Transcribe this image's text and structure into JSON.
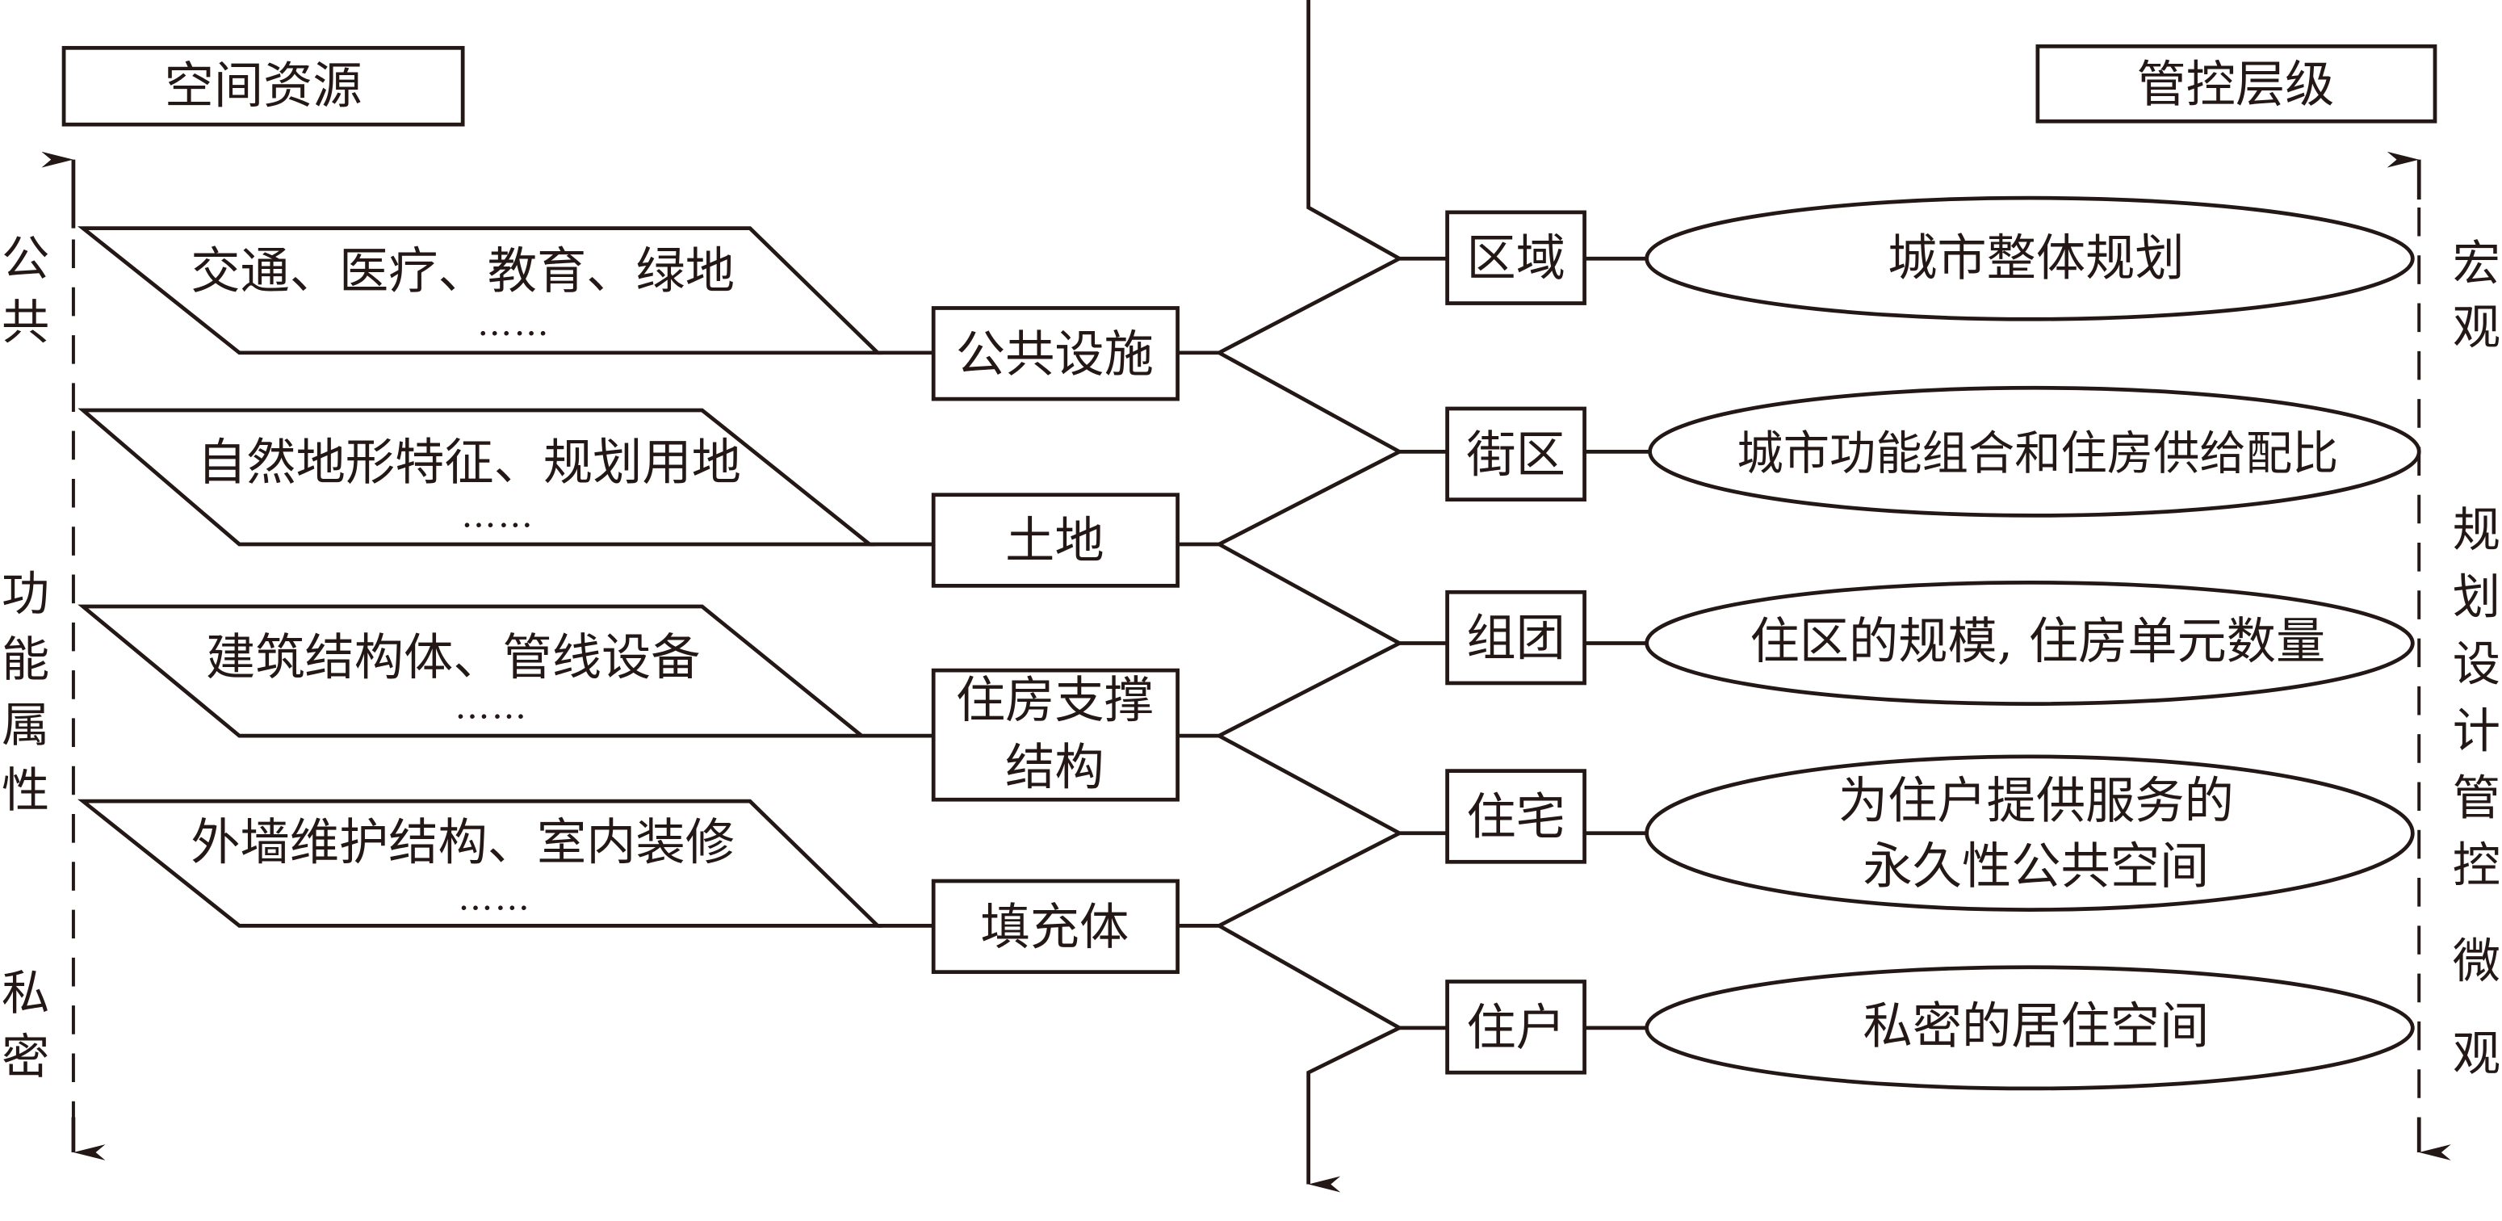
{
  "header": {
    "left_title": "空间资源",
    "right_title": "管控层级"
  },
  "left_axis": {
    "top_label": [
      "公",
      "共"
    ],
    "middle_label": [
      "功",
      "能",
      "属",
      "性"
    ],
    "bottom_label": [
      "私",
      "密"
    ]
  },
  "right_axis": {
    "top_label": [
      "宏",
      "观"
    ],
    "middle_label": [
      "规",
      "划",
      "设",
      "计",
      "管",
      "控"
    ],
    "bottom_label": [
      "微",
      "观"
    ]
  },
  "resources": [
    {
      "description": "交通、医疗、教育、绿地",
      "ellipsis": "……",
      "category": [
        "公共设施"
      ]
    },
    {
      "description": "自然地形特征、规划用地",
      "ellipsis": "……",
      "category": [
        "土地"
      ]
    },
    {
      "description": "建筑结构体、管线设备",
      "ellipsis": "……",
      "category": [
        "住房支撑",
        "结构"
      ]
    },
    {
      "description": "外墙维护结构、室内装修",
      "ellipsis": "……",
      "category": [
        "填充体"
      ]
    }
  ],
  "levels": [
    {
      "name": "区域",
      "meaning": [
        "城市整体规划"
      ]
    },
    {
      "name": "街区",
      "meaning": [
        "城市功能组合和住房供给配比"
      ]
    },
    {
      "name": "组团",
      "meaning": [
        "住区的规模, 住房单元数量"
      ]
    },
    {
      "name": "住宅",
      "meaning": [
        "为住户提供服务的",
        "永久性公共空间"
      ]
    },
    {
      "name": "住户",
      "meaning": [
        "私密的居住空间"
      ]
    }
  ]
}
